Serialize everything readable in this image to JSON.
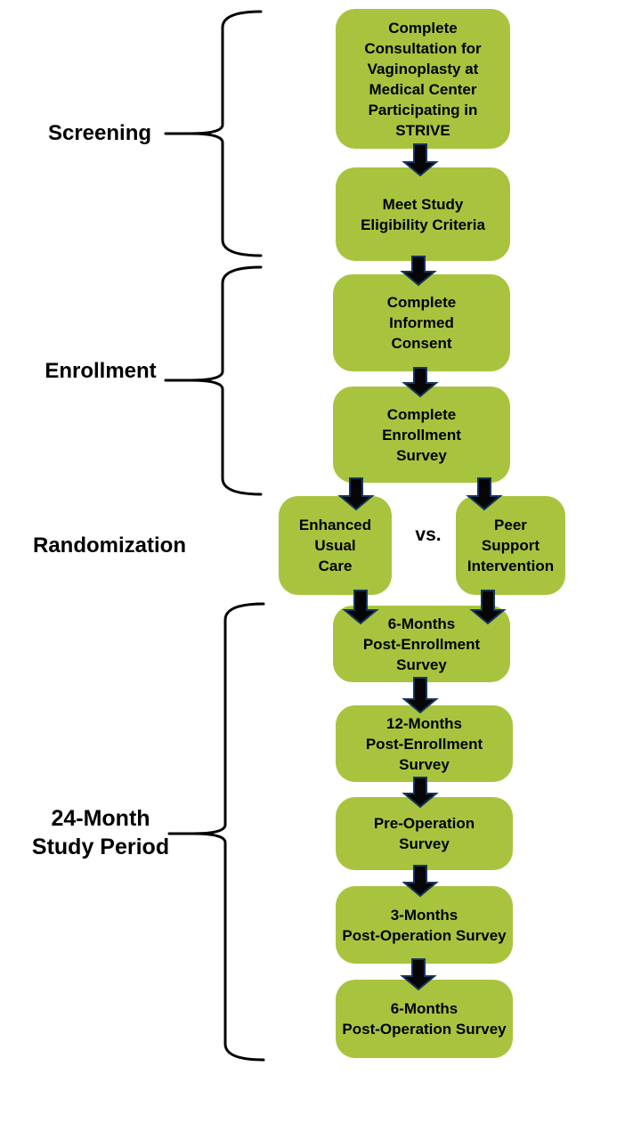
{
  "colors": {
    "box_fill": "#A8C43E",
    "box_text": "#000000",
    "arrow_fill": "#050505",
    "arrow_stroke": "#17365D",
    "line_color": "#000000",
    "bg": "#FFFFFF"
  },
  "stage_labels": {
    "screening": "Screening",
    "enrollment": "Enrollment",
    "randomization": "Randomization",
    "study_period": "24-Month\nStudy Period"
  },
  "vs_label": "vs.",
  "boxes": {
    "consultation": "Complete\nConsultation for\nVaginoplasty at\nMedical Center\nParticipating in\nSTRIVE",
    "eligibility": "Meet Study\nEligibility Criteria",
    "consent": "Complete\nInformed\nConsent",
    "enrollment_survey": "Complete\nEnrollment\nSurvey",
    "usual_care": "Enhanced\nUsual\nCare",
    "peer_support": "Peer\nSupport\nIntervention",
    "survey_6m_post_enrollment": "6-Months\nPost-Enrollment\nSurvey",
    "survey_12m_post_enrollment": "12-Months\nPost-Enrollment\nSurvey",
    "survey_pre_operation": "Pre-Operation\nSurvey",
    "survey_3m_post_operation": "3-Months\nPost-Operation Survey",
    "survey_6m_post_operation": "6-Months\nPost-Operation Survey"
  }
}
